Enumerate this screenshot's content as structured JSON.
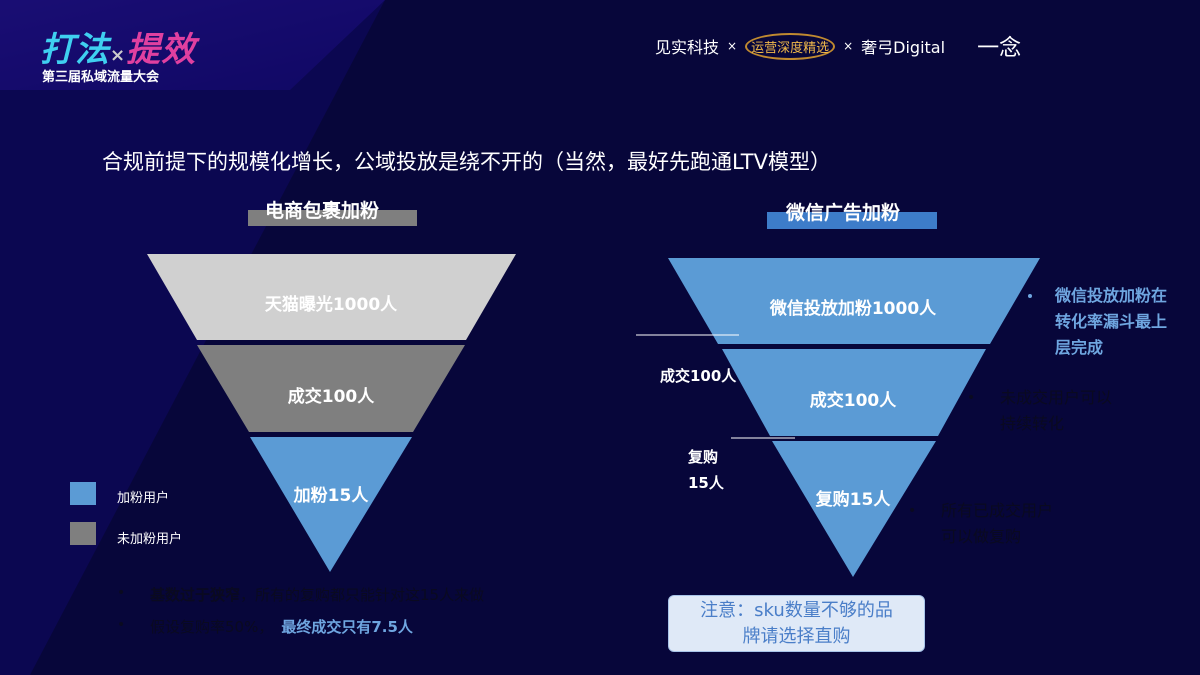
{
  "header": {
    "logo_part1": "打法",
    "logo_x": "×",
    "logo_part2": "提效",
    "subtitle": "第三届私域流量大会",
    "partners": [
      "见实科技",
      "×",
      "运营深度精选",
      "×",
      "奢弓Digital",
      "一念"
    ]
  },
  "headline": "合规前提下的规模化增长，公域投放是绕不开的（当然，最好先跑通LTV模型）",
  "left_funnel": {
    "title": "电商包裹加粉",
    "levels": [
      "天猫曝光1000人",
      "成交100人",
      "加粉15人"
    ],
    "colors": [
      "#d0d0d0",
      "#7f7f7f",
      "#5b9bd5"
    ]
  },
  "right_funnel": {
    "title": "微信广告加粉",
    "levels": [
      "微信投放加粉1000人",
      "成交100人",
      "复购15人"
    ],
    "color": "#5b9bd5",
    "side_labels": [
      "成交100人",
      "复购",
      "15人"
    ]
  },
  "legend": [
    {
      "label": "加粉用户",
      "color": "#5b9bd5"
    },
    {
      "label": "未加粉用户",
      "color": "#7f7f7f"
    }
  ],
  "right_notes": {
    "highlight": [
      "微信投放加粉在",
      "转化率漏斗最上",
      "层完成"
    ],
    "note2": [
      "未成交用户可以",
      "持续转化"
    ],
    "note3": [
      "所有已成交用户",
      "可以做复购"
    ]
  },
  "bottom_notes": {
    "line1_bold": "基数过于狭窄",
    "line1_rest": "，所有的复购都只能针对这15人来做",
    "line2_rest": "假设复购率50%，",
    "line2_highlight": "最终成交只有7.5人"
  },
  "notice": {
    "line1": "注意：sku数量不够的品",
    "line2": "牌请选择直购"
  }
}
